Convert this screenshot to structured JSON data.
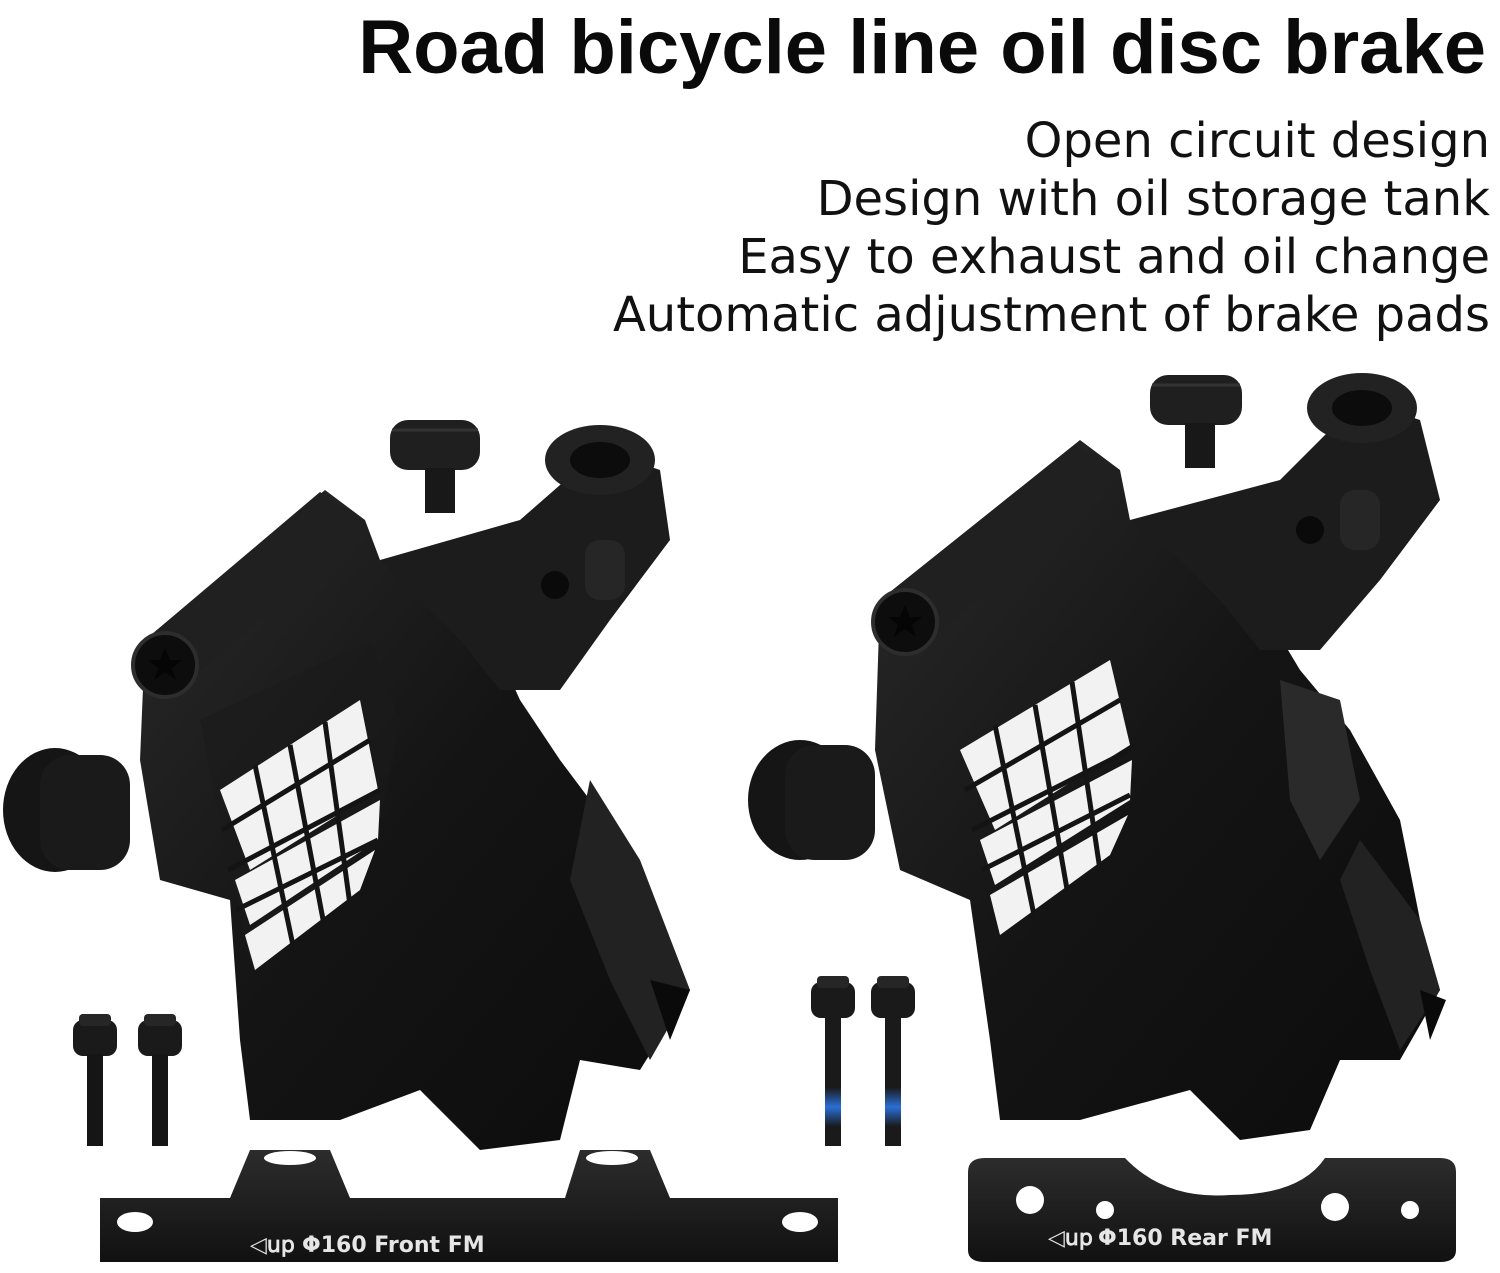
{
  "title": "Road bicycle line oil disc brake",
  "features": [
    "Open circuit design",
    "Design with oil storage tank",
    "Easy to exhaust and oil change",
    "Automatic adjustment of brake pads"
  ],
  "front_adapter": {
    "up_mark": "◁𝗎𝗉",
    "label": "Φ160 Front FM"
  },
  "rear_adapter": {
    "up_mark": "◁𝗎𝗉",
    "label": "Φ160 Rear FM"
  },
  "colors": {
    "body": "#141414",
    "highlight": "#3a3a3a",
    "plate": "#1b1b1b",
    "grid": "#f2f2f2"
  }
}
